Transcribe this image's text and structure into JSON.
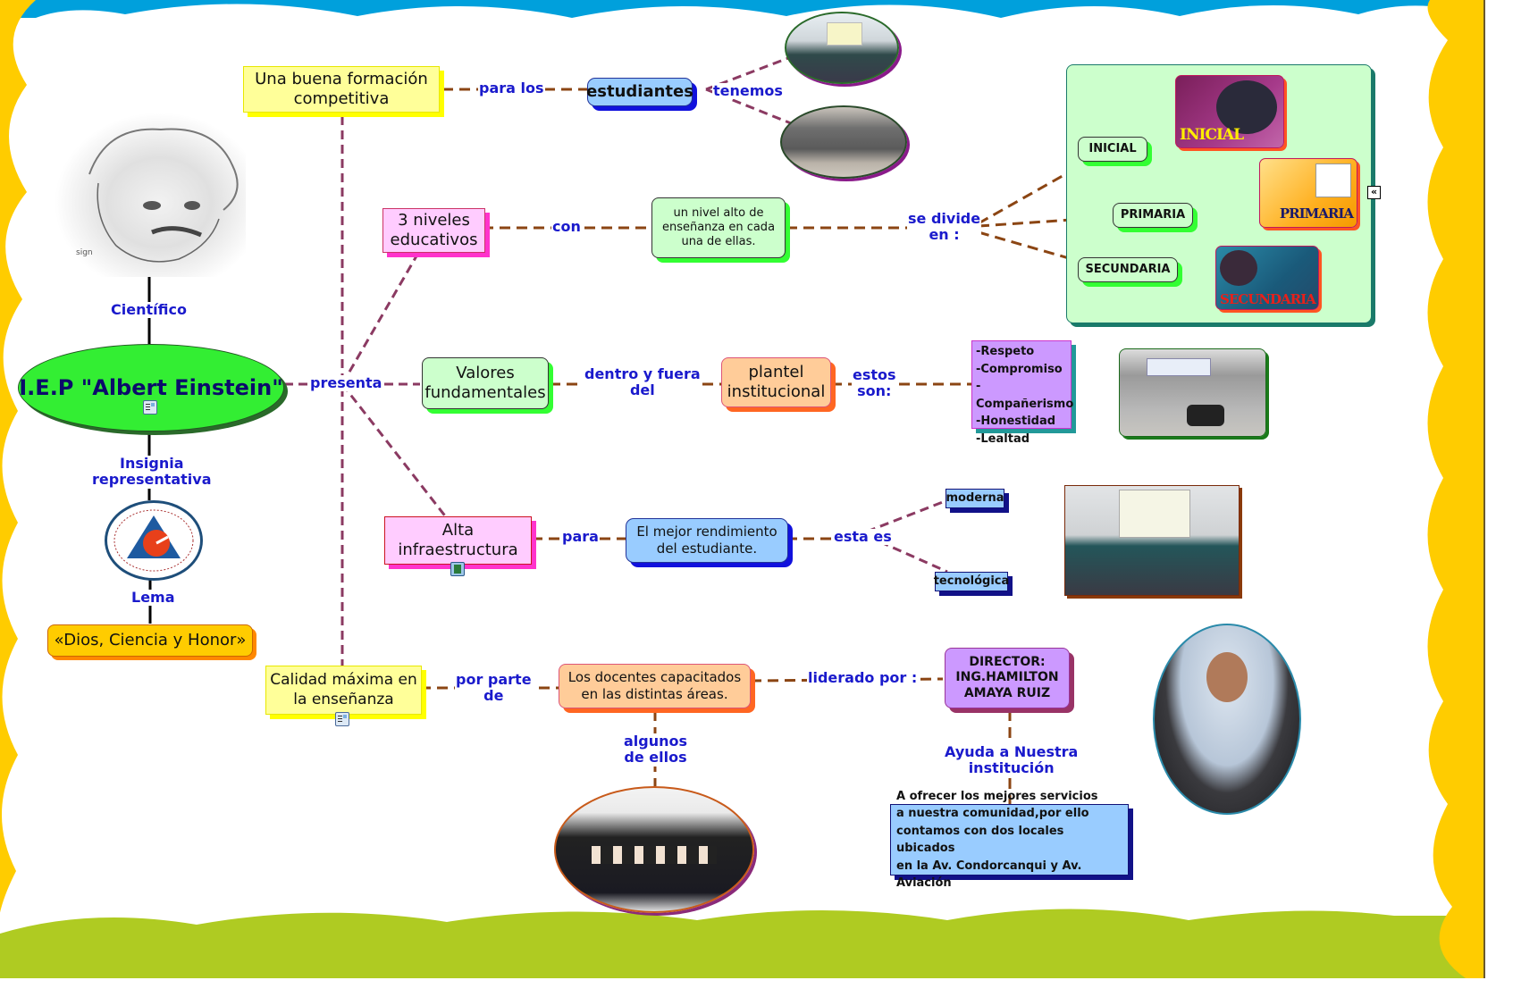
{
  "title": "I.E.P \"Albert Einstein\"",
  "colors": {
    "sky": "#00a0dc",
    "sun": "#ffcc00",
    "grass": "#afcb22",
    "link_text": "#1a1acc",
    "line_brown": "#8b4513",
    "line_plum": "#8b3a62",
    "center_node": "#33ee33"
  },
  "left_branch": {
    "portrait_alt": "Albert Einstein sketch",
    "cientifico_label": "Científico",
    "center_node": "I.E.P \"Albert Einstein\"",
    "insignia_label": "Insignia\nrepresentativa",
    "insignia_alt": "Colegio de Ciencias Albert Einstein emblem",
    "lema_label": "Lema",
    "lema_value": "«Dios, Ciencia y Honor»"
  },
  "presenta_label": "presenta",
  "branches": {
    "formacion": {
      "node": "Una buena formación\ncompetitiva",
      "link1": "para los",
      "node2": "estudiantes",
      "link2": "tenemos",
      "photo1_alt": "Students in classroom",
      "photo2_alt": "Students in formation"
    },
    "niveles": {
      "node": "3 niveles\neducativos",
      "link1": "con",
      "node2": "un nivel alto de\nenseñanza en cada\nuna de ellas.",
      "link2": "se divide\nen :",
      "levels": [
        "INICIAL",
        "PRIMARIA",
        "SECUNDARIA"
      ],
      "level_banners": [
        "INICIAL",
        "PRIMARIA",
        "SECUNDARIA"
      ],
      "collapse_icon": "«"
    },
    "valores": {
      "node": "Valores\nfundamentales",
      "link1": "dentro y fuera\ndel",
      "node2": "plantel\ninstitucional",
      "link2": "estos\nson:",
      "values": [
        "-Respeto",
        "-Compromiso",
        "-Compañerismo",
        "-Honestidad",
        "-Lealtad"
      ],
      "photo_alt": "School building"
    },
    "infraestructura": {
      "node": "Alta\ninfraestructura",
      "link1": "para",
      "node2": "El mejor rendimiento\ndel estudiante.",
      "link2": "esta es",
      "types": [
        "moderna",
        "tecnológica"
      ],
      "photo_alt": "Classroom with projector"
    },
    "calidad": {
      "node": "Calidad máxima en\nla enseñanza",
      "link1": "por parte\nde",
      "node2": "Los docentes capacitados\nen las distintas áreas.",
      "link2": "liderado por :",
      "director": "DIRECTOR:\nING.HAMILTON\nAMAYA RUIZ",
      "link3": "algunos\nde ellos",
      "link4": "Ayuda a Nuestra\ninstitución",
      "mission": "A ofrecer los mejores servicios\na nuestra comunidad,por ello\ncontamos con dos locales ubicados\nen la Av. Condorcanqui y Av. Aviación",
      "teachers_alt": "Teaching staff group photo",
      "director_alt": "Director portrait"
    }
  }
}
